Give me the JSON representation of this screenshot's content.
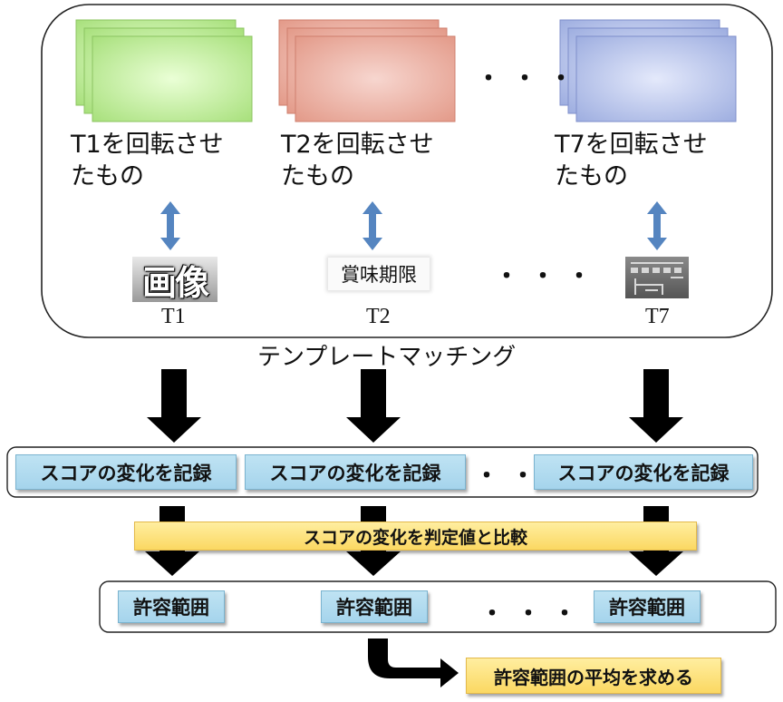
{
  "templates": [
    {
      "id": "T1",
      "rotated_label_line1": "T1を回転させ",
      "rotated_label_line2": "たもの",
      "sample_text": "画像",
      "label": "T1",
      "card_color": "#b8e890"
    },
    {
      "id": "T2",
      "rotated_label_line1": "T2を回転させ",
      "rotated_label_line2": "たもの",
      "sample_text": "賞味期限",
      "label": "T2",
      "card_color": "#eeb1a3"
    },
    {
      "id": "T7",
      "rotated_label_line1": "T7を回転させ",
      "rotated_label_line2": "たもの",
      "sample_text": "",
      "label": "T7",
      "card_color": "#b3bee8"
    }
  ],
  "ellipsis": "・・・",
  "matching_label": "テンプレートマッチング",
  "record_boxes": [
    "スコアの変化を記録",
    "スコアの変化を記録",
    "スコアの変化を記録"
  ],
  "compare_box": "スコアの変化を判定値と比較",
  "range_boxes": [
    "許容範囲",
    "許容範囲",
    "許容範囲"
  ],
  "average_box": "許容範囲の平均を求める",
  "colors": {
    "arrow_blue": "#5585c0",
    "arrow_black": "#000000",
    "box_blue": "#acd8ee",
    "box_yellow": "#fde07a"
  }
}
